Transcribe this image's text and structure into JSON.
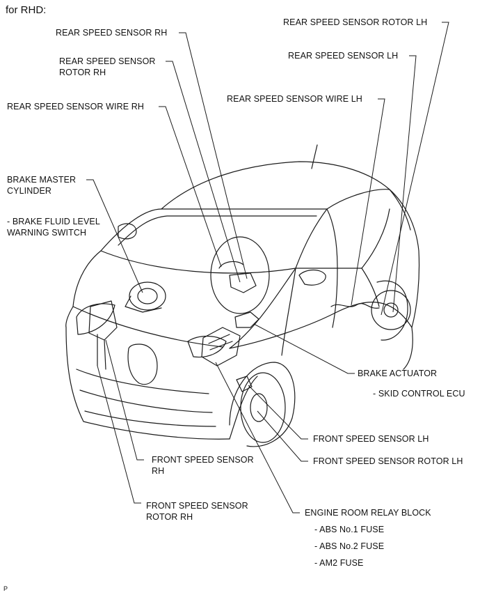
{
  "heading": "for RHD:",
  "corner_mark": "P",
  "labels": {
    "rear_speed_sensor_rotor_lh": "REAR SPEED SENSOR ROTOR LH",
    "rear_speed_sensor_rh": "REAR SPEED SENSOR RH",
    "rear_speed_sensor_lh": "REAR SPEED SENSOR LH",
    "rear_speed_sensor_rotor_rh_1": "REAR SPEED SENSOR",
    "rear_speed_sensor_rotor_rh_2": "ROTOR RH",
    "rear_speed_sensor_wire_lh": "REAR SPEED SENSOR WIRE LH",
    "rear_speed_sensor_wire_rh": "REAR SPEED SENSOR WIRE RH",
    "brake_master_cylinder_1": "BRAKE MASTER",
    "brake_master_cylinder_2": "CYLINDER",
    "brake_fluid_level_1": "- BRAKE FLUID LEVEL",
    "brake_fluid_level_2": "WARNING SWITCH",
    "brake_actuator": "BRAKE ACTUATOR",
    "skid_control_ecu": "- SKID CONTROL ECU",
    "front_speed_sensor_lh": "FRONT SPEED SENSOR LH",
    "front_speed_sensor_rotor_lh": "FRONT SPEED SENSOR ROTOR LH",
    "front_speed_sensor_rh_1": "FRONT SPEED SENSOR",
    "front_speed_sensor_rh_2": "RH",
    "front_speed_sensor_rotor_rh_1": "FRONT SPEED SENSOR",
    "front_speed_sensor_rotor_rh_2": "ROTOR RH",
    "engine_room_relay_block": "ENGINE ROOM RELAY BLOCK",
    "abs_no1_fuse": "- ABS No.1 FUSE",
    "abs_no2_fuse": "- ABS No.2 FUSE",
    "am2_fuse": "- AM2 FUSE"
  }
}
